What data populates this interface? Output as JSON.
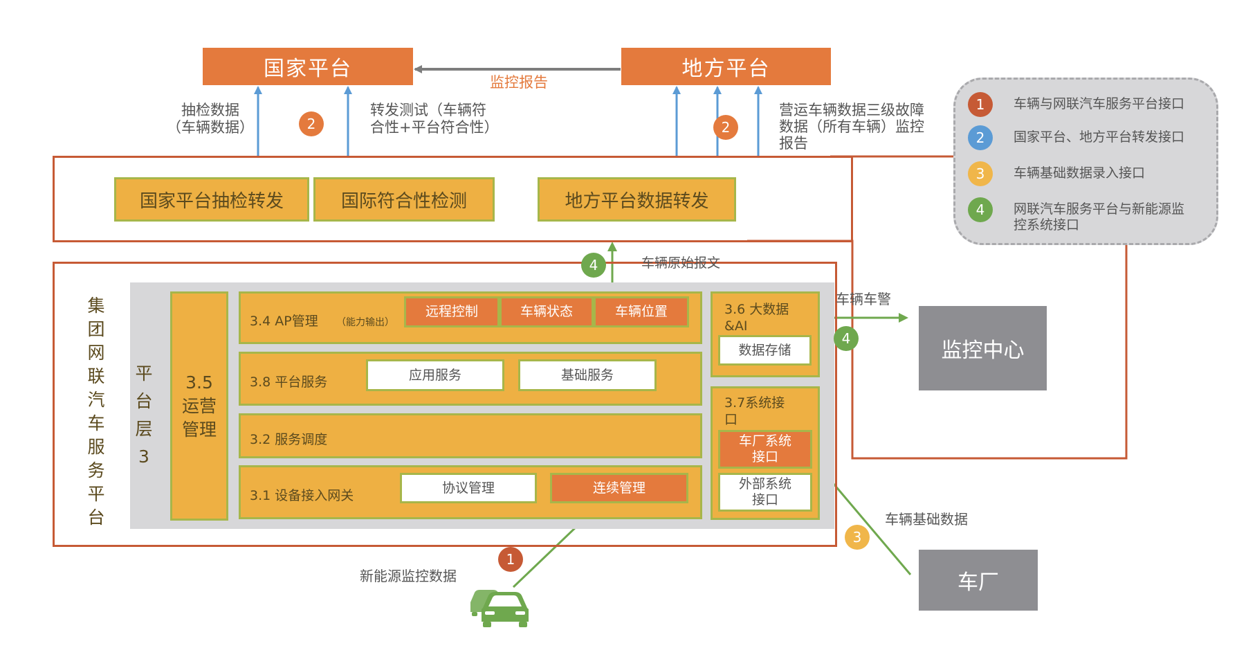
{
  "top": {
    "national_platform": "国家平台",
    "local_platform": "地方平台",
    "monitor_report": "监控报告"
  },
  "labels": {
    "spot_check": "抽检数据\n（车辆数据）",
    "forward_test": "转发测试（车辆符\n合性+平台符合性）",
    "fault_report": "营运车辆数据三级故障\n数据（所有车辆）监控\n报告",
    "raw_message": "车辆原始报文",
    "vehicle_alarm": "车辆车警",
    "base_data": "车辆基础数据",
    "nev_data": "新能源监控数据"
  },
  "forward_row": {
    "national_spot": "国家平台抽检转发",
    "intl_conformity": "国际符合性检测",
    "local_forward": "地方平台数据转发"
  },
  "platform": {
    "group_name": "集团网联汽车服务平台",
    "layer_label": "平台层3",
    "ops": "3.5\n运营\n管理",
    "ap_title": "3.4 AP管理",
    "ap_small": "（能力输出）",
    "remote_control": "远程控制",
    "vehicle_status": "车辆状态",
    "vehicle_position": "车辆位置",
    "platform_service": "3.8 平台服务",
    "app_service": "应用服务",
    "base_service": "基础服务",
    "service_dispatch": "3.2 服务调度",
    "gateway": "3.1 设备接入网关",
    "protocol_mgmt": "协议管理",
    "continuous_mgmt": "连续管理",
    "bigdata": "3.6 大数据\n&AI",
    "data_storage": "数据存储",
    "sys_interface": "3.7系统接\n口",
    "oem_interface": "车厂系统\n接口",
    "ext_interface": "外部系统\n接口"
  },
  "right": {
    "monitor_center": "监控中心",
    "oem": "车厂"
  },
  "badges": {
    "b1": "1",
    "b2": "2",
    "b3": "3",
    "b4": "4"
  },
  "legend": {
    "items": [
      {
        "num": "1",
        "text": "车辆与网联汽车服务平台接口"
      },
      {
        "num": "2",
        "text": "国家平台、地方平台转发接口"
      },
      {
        "num": "3",
        "text": "车辆基础数据录入接口"
      },
      {
        "num": "4",
        "text": "网联汽车服务平台与新能源监\n控系统接口"
      }
    ]
  },
  "colors": {
    "orange": "#E47A3D",
    "yellow": "#EEB043",
    "green": "#6FA84E",
    "blue": "#5B9BD5",
    "red": "#C65A35",
    "gray": "#8E8E92",
    "badge_yellow": "#F0B64A"
  }
}
